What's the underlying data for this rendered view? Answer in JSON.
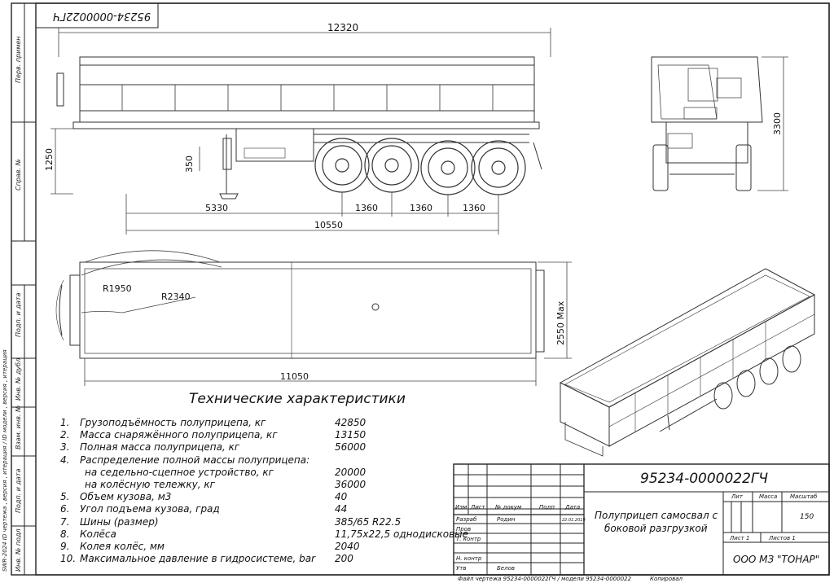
{
  "doc_code_top": "95234-0000022ГЧ",
  "side_strip": {
    "perv_primen": "Перв. примен",
    "sprav": "Справ. №",
    "podp_data_1": "Подп. и дата",
    "inv_dubl": "Инв. № дубл",
    "vzam_inv": "Взам. инв. №",
    "podp_data_2": "Подп. и дата",
    "inv_podl": "Инв. № подл",
    "model_note": "SWR-2024 ID чертежа , версия , итерация  / ID модели , версия , итерация"
  },
  "dimensions": {
    "overall_length": "12320",
    "height_1250": "1250",
    "height_350": "350",
    "kingpin": "5330",
    "axle_1": "1360",
    "axle_2": "1360",
    "axle_3": "1360",
    "wheelbase": "10550",
    "height_total": "3300",
    "r1": "R1950",
    "r2": "R2340",
    "body_length": "11050",
    "width_max": "2550 Max"
  },
  "spec_title": "Технические характеристики",
  "specs": [
    {
      "num": "1.",
      "label": "Грузоподъёмность полуприцепа, кг",
      "value": "42850"
    },
    {
      "num": "2.",
      "label": "Масса снаряжённого полуприцепа, кг",
      "value": "13150"
    },
    {
      "num": "3.",
      "label": "Полная масса полуприцепа, кг",
      "value": "56000"
    },
    {
      "num": "4.",
      "label": "Распределение полной массы полуприцепа:",
      "value": ""
    },
    {
      "num": "",
      "label": "на седельно-сцепное устройство, кг",
      "value": "20000"
    },
    {
      "num": "",
      "label": "на колёсную тележку, кг",
      "value": "36000"
    },
    {
      "num": "5.",
      "label": "Объем кузова, м3",
      "value": "40"
    },
    {
      "num": "6.",
      "label": "Угол подъема кузова, град",
      "value": "44"
    },
    {
      "num": "7.",
      "label": "Шины (размер)",
      "value": "385/65 R22.5"
    },
    {
      "num": "8.",
      "label": "Колёса",
      "value": "11,75х22,5 однодисковые"
    },
    {
      "num": "9.",
      "label": "Колея колёс, мм",
      "value": "2040"
    },
    {
      "num": "10.",
      "label": "Максимальное давление в гидросистеме, bar",
      "value": "200"
    }
  ],
  "title_block": {
    "code": "95234-0000022ГЧ",
    "name_line1": "Полуприцеп самосвал с",
    "name_line2": "боковой разгрузкой",
    "col_izm": "Изм",
    "col_list": "Лист",
    "col_ndokum": "№ докум",
    "col_podp": "Подп",
    "col_data": "Дата",
    "razrab": "Разраб",
    "razrab_name": "Родин",
    "razrab_date": "22.01.2019",
    "prov": "Пров",
    "t_kontr": "Т. контр",
    "n_kontr": "Н. контр",
    "utv": "Утв",
    "utv_name": "Белов",
    "lit": "Лит",
    "massa": "Масса",
    "masshtab": "Масштаб",
    "scale_value": "150",
    "sheet": "Лист 1",
    "sheets": "Листов 1",
    "company": "ООО МЗ \"ТОНАР\"",
    "file_note": "Файл чертежа 95234-0000022ГЧ / модели 95234-0000022",
    "kopiroval": "Копировал"
  }
}
